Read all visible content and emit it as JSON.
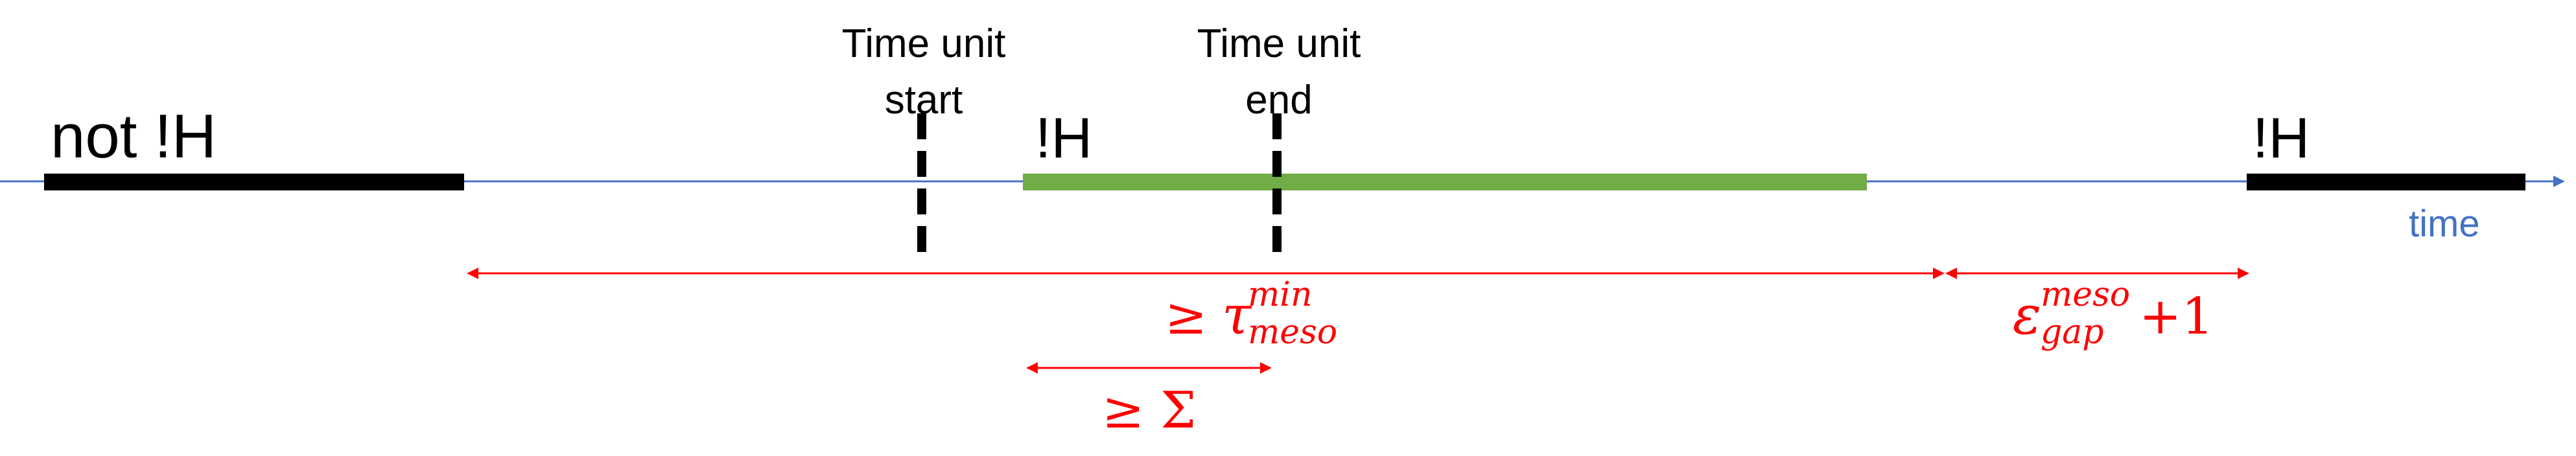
{
  "colors": {
    "axis": "#4472c4",
    "bar_dark": "#000000",
    "bar_green": "#70ad47",
    "annotation": "#ff0000",
    "marker": "#000000"
  },
  "timeline": {
    "axis_label": "time"
  },
  "bars": {
    "not_h_label": "not !H",
    "h_label_middle": "!H",
    "h_label_right": "!H"
  },
  "markers": {
    "start_line1": "Time unit",
    "start_line2": "start",
    "end_line1": "Time unit",
    "end_line2": "end"
  },
  "annotations": {
    "tau": {
      "relation": "≥",
      "symbol": "τ",
      "superscript": "min",
      "subscript": "meso"
    },
    "epsilon": {
      "symbol": "ε",
      "superscript": "meso",
      "subscript": "gap",
      "suffix": "+1"
    },
    "sigma": {
      "text": "≥ Σ"
    }
  }
}
